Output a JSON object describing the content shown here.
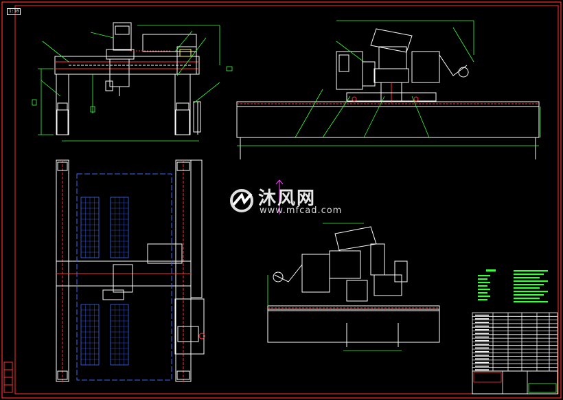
{
  "drawing": {
    "view_label": "1:10",
    "watermark": {
      "cn": "沐风网",
      "url": "www.mfcad.com"
    },
    "colors": {
      "background": "#000000",
      "frame": "#ff3030",
      "line": "#ffffff",
      "dim": "#3cff3c",
      "grid": "#3a6cff",
      "accent": "#ff40ff",
      "cyan": "#40ffff",
      "yellow": "#ffff40"
    }
  }
}
